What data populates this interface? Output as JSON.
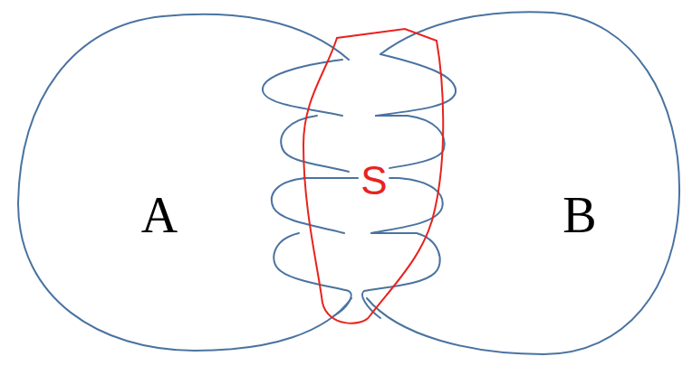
{
  "diagram": {
    "labels": [
      "A",
      "S",
      "B"
    ]
  }
}
